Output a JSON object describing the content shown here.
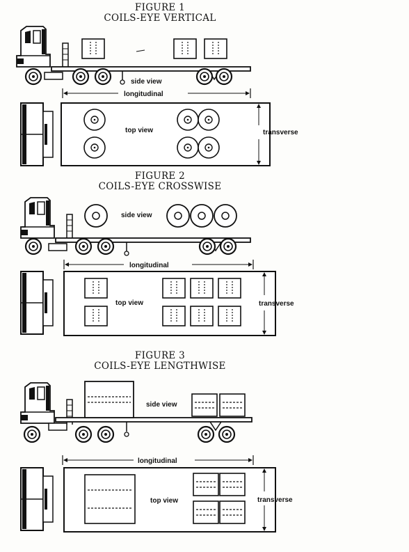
{
  "figures": [
    {
      "number_label": "FIGURE 1",
      "caption": "COILS-EYE VERTICAL",
      "side_view_label": "side view",
      "top_view_label": "top view",
      "longitudinal_label": "longitudinal",
      "transverse_label": "transverse"
    },
    {
      "number_label": "FIGURE 2",
      "caption": "COILS-EYE CROSSWISE",
      "side_view_label": "side view",
      "top_view_label": "top view",
      "longitudinal_label": "longitudinal",
      "transverse_label": "transverse"
    },
    {
      "number_label": "FIGURE 3",
      "caption": "COILS-EYE LENGTHWISE",
      "side_view_label": "side view",
      "top_view_label": "top view",
      "longitudinal_label": "longitudinal",
      "transverse_label": "transverse"
    }
  ],
  "colors": {
    "ink": "#111111",
    "paper": "#fdfdfb"
  }
}
